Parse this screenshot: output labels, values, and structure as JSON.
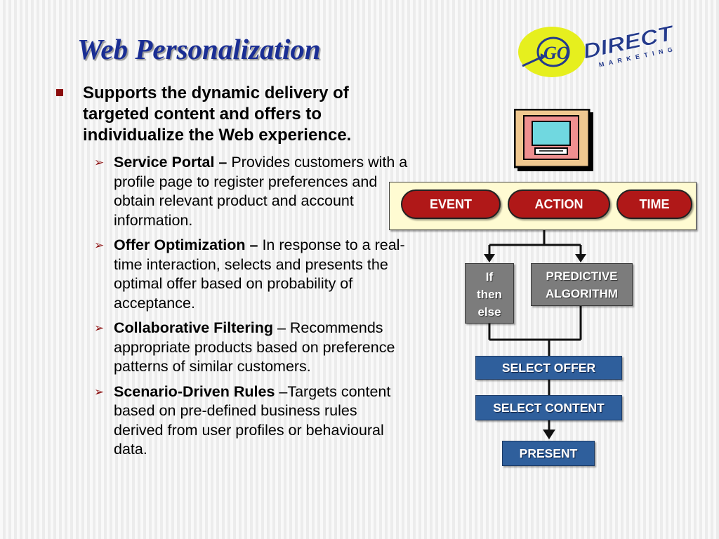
{
  "slide": {
    "title": "Web Personalization",
    "main_bullet": "Supports the dynamic delivery of targeted content and offers to individualize the Web experience.",
    "sub_bullets": [
      {
        "lead": "Service Portal –",
        "text": " Provides customers with a profile page to register preferences and obtain relevant product and account information."
      },
      {
        "lead": "Offer Optimization –",
        "text": " In response to a real-time interaction, selects and presents the optimal offer based on probability of acceptance."
      },
      {
        "lead": "Collaborative Filtering",
        "text": " – Recommends appropriate products based on preference patterns of similar customers."
      },
      {
        "lead": "Scenario-Driven Rules",
        "text": " –Targets content based on pre-defined business rules derived from user profiles or behavioural data."
      }
    ]
  },
  "logo": {
    "icon": "go-direct-marketing-logo",
    "go_text": "GO",
    "brand_text": "DIRECT",
    "tagline": "MARKETING"
  },
  "diagram": {
    "monitor_icon": "computer-monitor-icon",
    "pills": [
      "EVENT",
      "ACTION",
      "TIME"
    ],
    "if_then_else": [
      "If",
      "then",
      "else"
    ],
    "predictive": [
      "PREDICTIVE",
      "ALGORITHM"
    ],
    "select_offer": "SELECT OFFER",
    "select_content": "SELECT CONTENT",
    "present": "PRESENT"
  },
  "colors": {
    "title": "#1a2e94",
    "bullet_marker": "#8b0c0c",
    "pill": "#b01818",
    "panel": "#fffbd2",
    "gray_box": "#7c7c7c",
    "blue_box": "#2f5f9c",
    "logo_yellow": "#e6ef1e",
    "logo_blue": "#253b8c"
  }
}
